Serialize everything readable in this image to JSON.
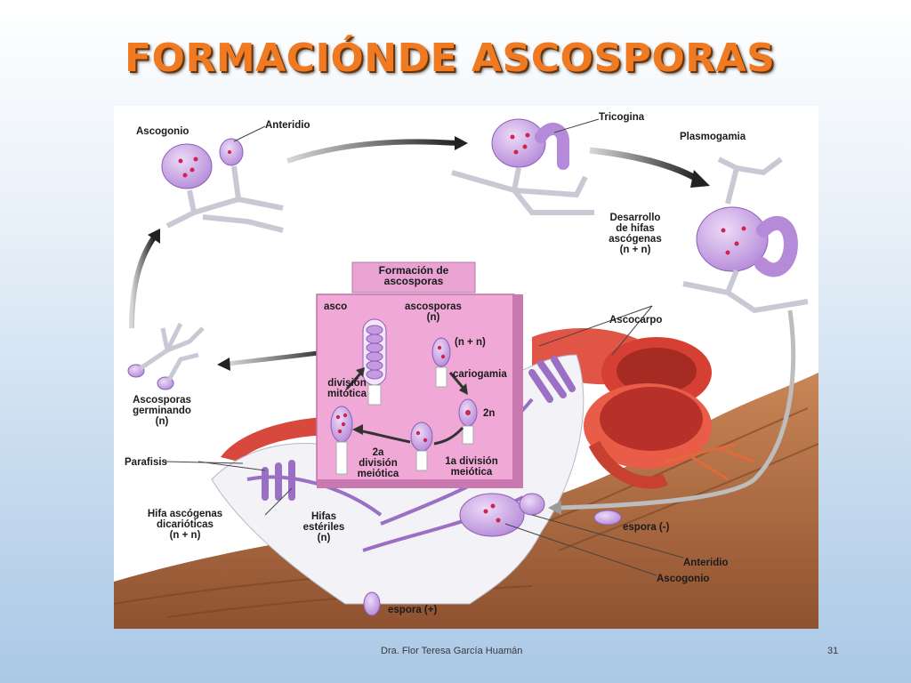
{
  "slide": {
    "title": "FORMACIÓNDE ASCOSPORAS",
    "footer_author": "Dra. Flor Teresa García Huamán",
    "page_number": "31"
  },
  "diagram": {
    "inset_title_line1": "Formación de",
    "inset_title_line2": "ascosporas",
    "labels": {
      "ascogonio_top": "Ascogonio",
      "anteridio_top": "Anteridio",
      "tricogina": "Tricogina",
      "plasmogamia": "Plasmogamia",
      "desarrollo_1": "Desarrollo",
      "desarrollo_2": "de hifas",
      "desarrollo_3": "ascógenas",
      "desarrollo_4": "(n + n)",
      "ascocarpo": "Ascocarpo",
      "ascosporas_germ_1": "Ascosporas",
      "ascosporas_germ_2": "germinando",
      "ascosporas_germ_3": "(n)",
      "parafisis": "Parafisis",
      "hifa_asc_1": "Hifa ascógenas",
      "hifa_asc_2": "dicarióticas",
      "hifa_asc_3": "(n + n)",
      "hifas_est_1": "Hifas",
      "hifas_est_2": "estériles",
      "hifas_est_3": "(n)",
      "espora_minus": "espora (-)",
      "anteridio_bottom": "Anteridio",
      "ascogonio_bottom": "Ascogonio",
      "espora_plus": "espora (+)",
      "asco": "asco",
      "ascosporas_n_1": "ascosporas",
      "ascosporas_n_2": "(n)",
      "n_plus_n": "(n + n)",
      "cariogamia": "cariogamia",
      "two_n": "2n",
      "div_mitotica_1": "división",
      "div_mitotica_2": "mitótica",
      "div2_1": "2a",
      "div2_2": "división",
      "div2_3": "meiótica",
      "div1_1": "1a división",
      "div1_2": "meiótica"
    }
  },
  "colors": {
    "title": "#ef7a22",
    "cell_purple": "#c49be0",
    "ascocarp_red": "#d9483c",
    "wood_brown": "#a8683e",
    "inset_pink": "#f0a8d6"
  }
}
